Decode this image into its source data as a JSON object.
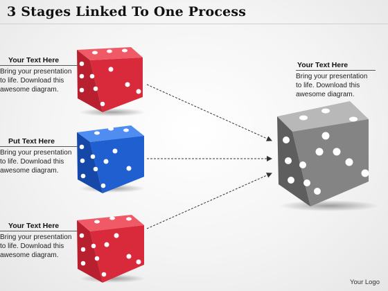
{
  "title": "3 Stages Linked To One Process",
  "stages": [
    {
      "heading": "Your Text Here",
      "body": "Bring your presentation to life. Download this awesome diagram.",
      "dice_color": "red"
    },
    {
      "heading": "Put Text Here",
      "body": "Bring your presentation to life. Download this awesome diagram.",
      "dice_color": "blue"
    },
    {
      "heading": "Your Text Here",
      "body": "Bring your presentation to life. Download this awesome diagram.",
      "dice_color": "red"
    }
  ],
  "result": {
    "heading": "Your Text Here",
    "body": "Bring your presentation to life. Download this awesome diagram.",
    "dice_color": "gray"
  },
  "footer": {
    "logo": "Your Logo"
  },
  "colors": {
    "red": "#d8283a",
    "blue": "#1f5fd0",
    "gray": "#8a8a8a"
  }
}
